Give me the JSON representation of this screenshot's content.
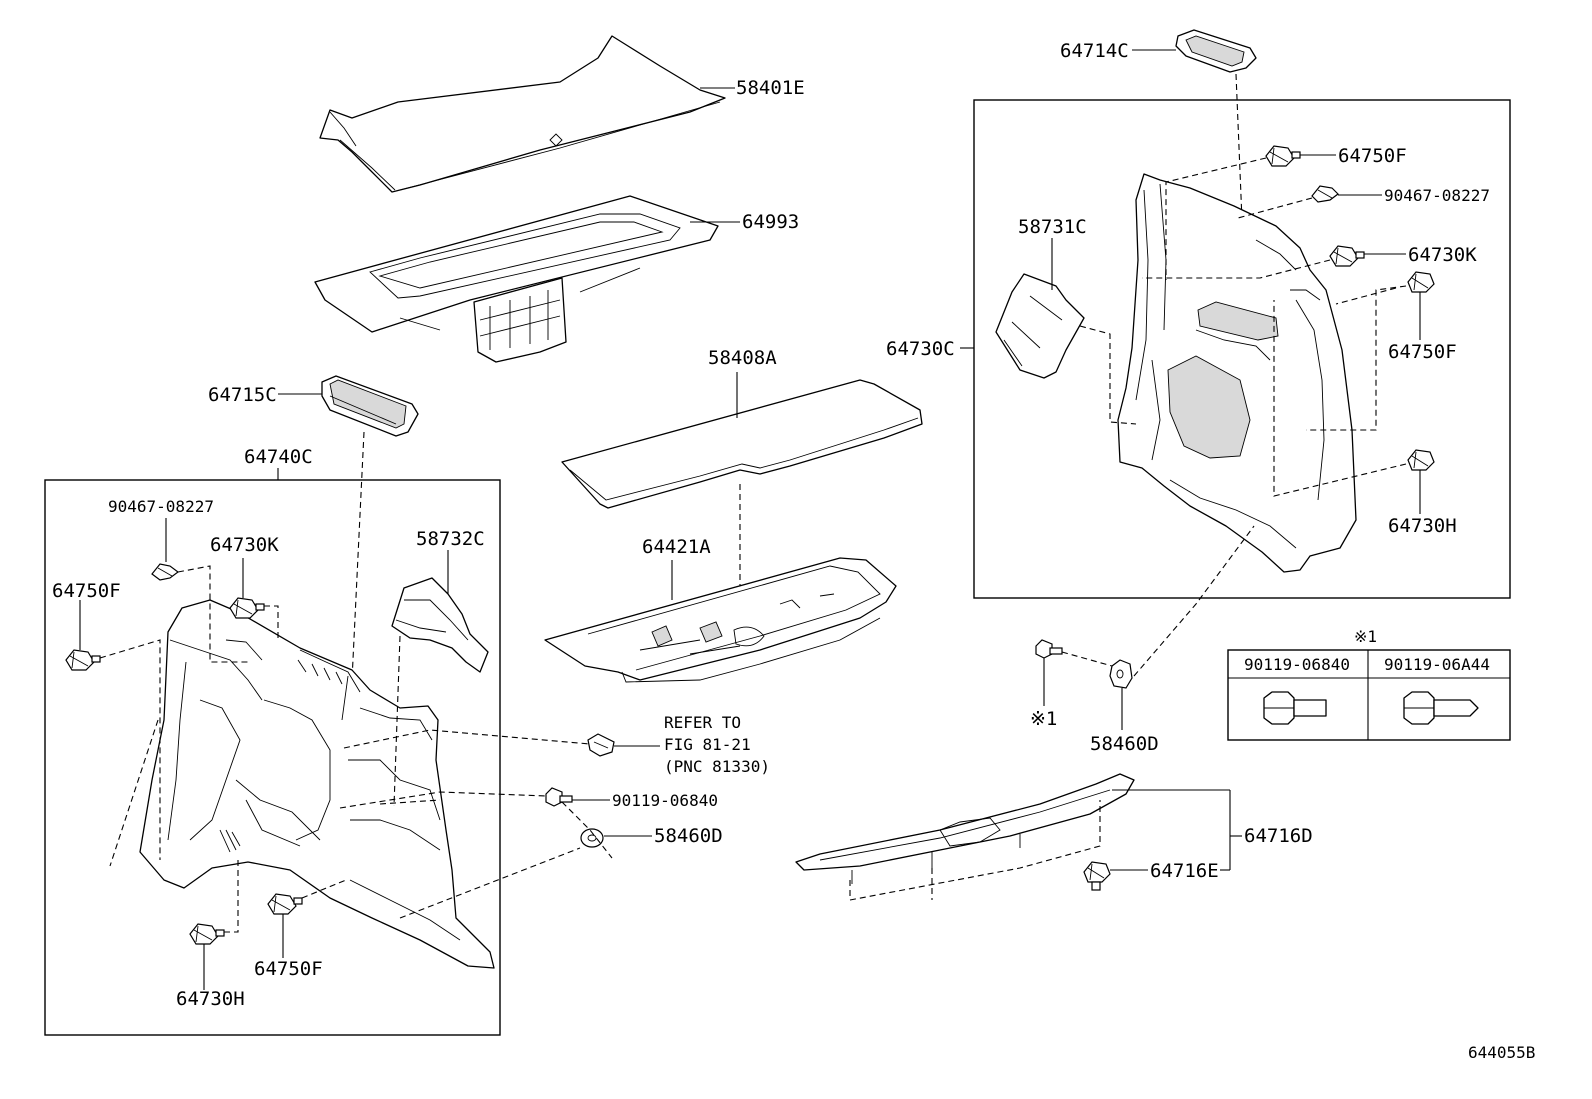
{
  "diagram_id": "644055B",
  "parts": {
    "p58401E": "58401E",
    "p64993": "64993",
    "p64715C": "64715C",
    "p64740C": "64740C",
    "p90467_left": "90467-08227",
    "p64730K_left": "64730K",
    "p58732C": "58732C",
    "p64750F_left": "64750F",
    "p64730H_left": "64730H",
    "p64750F_bottom": "64750F",
    "p58408A": "58408A",
    "p64421A": "64421A",
    "p90119_06840": "90119-06840",
    "p58460D_mid": "58460D",
    "p64714C": "64714C",
    "p64750F_r1": "64750F",
    "p90467_right": "90467-08227",
    "p58731C": "58731C",
    "p64730K_right": "64730K",
    "p64730C": "64730C",
    "p64750F_r2": "64750F",
    "p64730H_right": "64730H",
    "p58460D_right": "58460D",
    "p64716D": "64716D",
    "p64716E": "64716E"
  },
  "reference_note": {
    "line1": "REFER TO",
    "line2": "FIG 81-21",
    "line3": "(PNC 81330)"
  },
  "note_marker": "※1",
  "fastener_table": {
    "marker": "※1",
    "columns": [
      "90119-06840",
      "90119-06A44"
    ]
  }
}
